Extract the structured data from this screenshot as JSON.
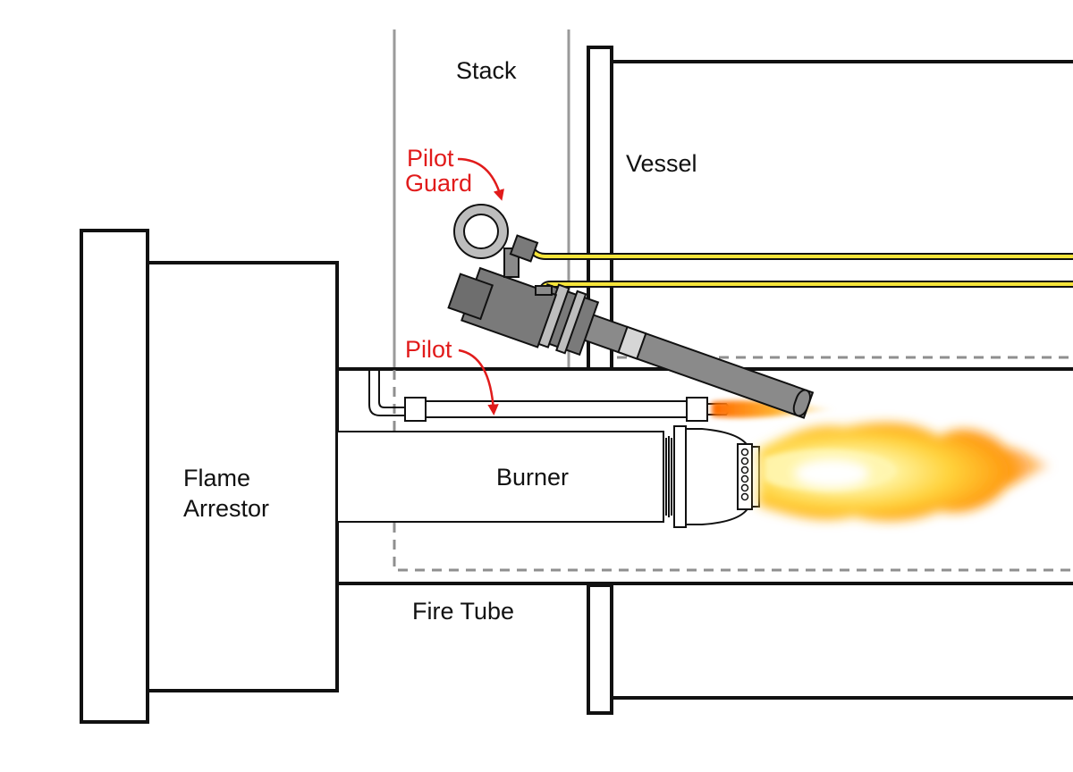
{
  "labels": {
    "stack": "Stack",
    "vessel": "Vessel",
    "pilot_guard_line1": "Pilot",
    "pilot_guard_line2": "Guard",
    "pilot": "Pilot",
    "burner": "Burner",
    "flame_arrestor_line1": "Flame",
    "flame_arrestor_line2": "Arrestor",
    "fire_tube": "Fire Tube"
  },
  "colors": {
    "callout_red": "#e11b1b",
    "pilot_gas_line_yellow": "#f5e43a",
    "pilot_body_gray": "#8a8a8a",
    "outline_black": "#111111",
    "stack_wall_gray": "#9a9a9a",
    "dashed_outline_gray": "#8f8f8f",
    "flame_orange": "#ff7a00",
    "flame_yellow": "#ffd23a"
  },
  "icons": {
    "pilot_guard": "ring-guard-icon",
    "flame": "flame-icon"
  }
}
